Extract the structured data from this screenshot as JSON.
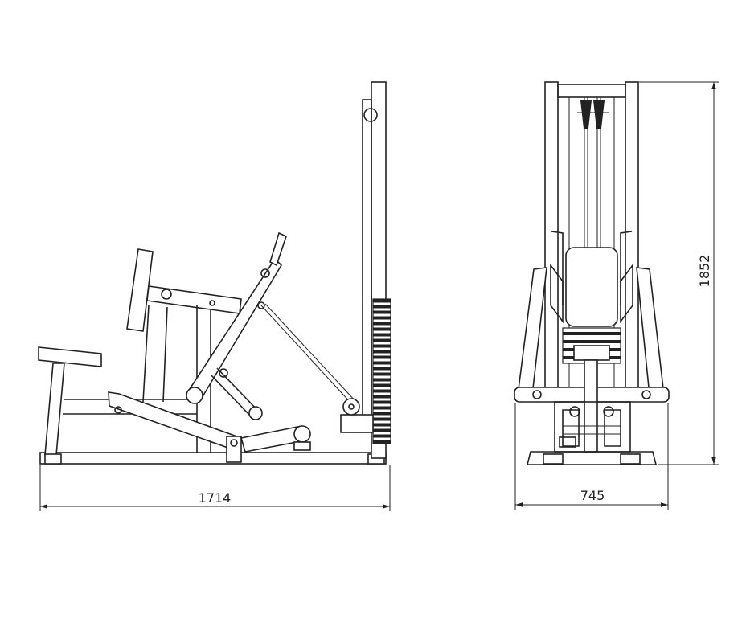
{
  "dimensions": {
    "length": "1714",
    "width": "745",
    "height": "1852"
  },
  "colors": {
    "line": "#222222",
    "background": "#ffffff"
  }
}
